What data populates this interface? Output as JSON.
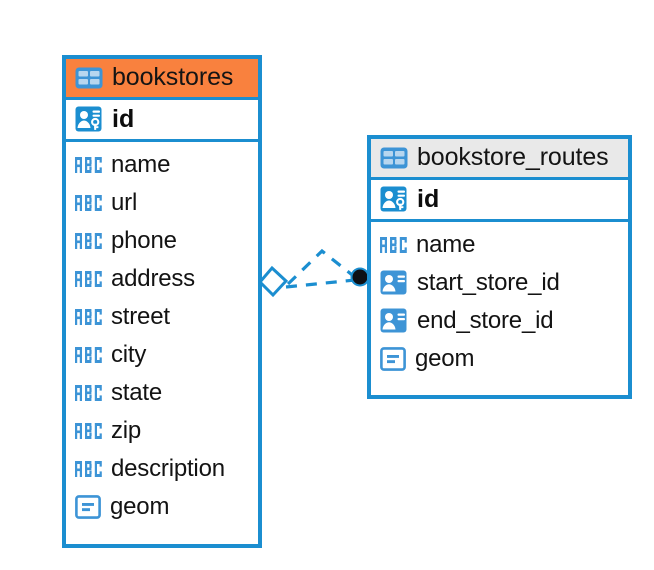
{
  "diagram": {
    "type": "entity-relationship-diagram",
    "background": "#ffffff",
    "accent_blue": "#1b8ed0",
    "accent_orange": "#f9813e",
    "accent_gray": "#e9e9e9"
  },
  "entities": [
    {
      "id": "bookstores",
      "title": "bookstores",
      "header_style": "accent-orange",
      "header_icon": "table-icon",
      "primary_key": {
        "name": "id",
        "icon": "primary-key-icon"
      },
      "fields": [
        {
          "name": "name",
          "icon": "abc-text-icon"
        },
        {
          "name": "url",
          "icon": "abc-text-icon"
        },
        {
          "name": "phone",
          "icon": "abc-text-icon"
        },
        {
          "name": "address",
          "icon": "abc-text-icon"
        },
        {
          "name": "street",
          "icon": "abc-text-icon"
        },
        {
          "name": "city",
          "icon": "abc-text-icon"
        },
        {
          "name": "state",
          "icon": "abc-text-icon"
        },
        {
          "name": "zip",
          "icon": "abc-text-icon"
        },
        {
          "name": "description",
          "icon": "abc-text-icon"
        },
        {
          "name": "geom",
          "icon": "geometry-icon"
        }
      ]
    },
    {
      "id": "bookstore_routes",
      "title": "bookstore_routes",
      "header_style": "accent-gray",
      "header_icon": "table-icon",
      "primary_key": {
        "name": "id",
        "icon": "primary-key-icon"
      },
      "fields": [
        {
          "name": "name",
          "icon": "abc-text-icon"
        },
        {
          "name": "start_store_id",
          "icon": "foreign-key-icon"
        },
        {
          "name": "end_store_id",
          "icon": "foreign-key-icon"
        },
        {
          "name": "geom",
          "icon": "geometry-icon"
        }
      ]
    }
  ],
  "relationship": {
    "from_entity": "bookstores",
    "to_entity": "bookstore_routes",
    "line_style": "dashed",
    "color": "#1b8ed0",
    "source_marker": "diamond-marker",
    "target_marker": "filled-circle-marker"
  }
}
